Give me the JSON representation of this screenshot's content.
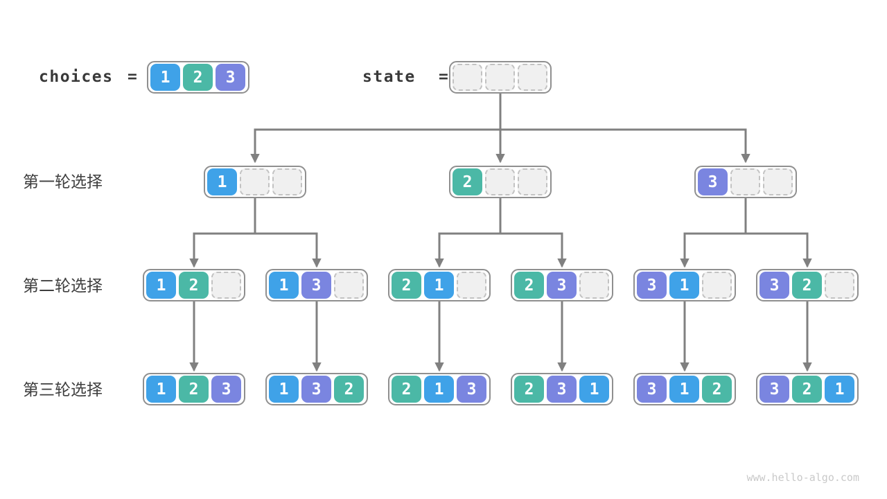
{
  "palette": {
    "1": "#3FA2E8",
    "2": "#4BB8A6",
    "3": "#7A85E0",
    "edge": "#808080",
    "box_border": "#8F8F8F",
    "empty_fill": "#F0F0F0",
    "empty_border": "#C2C2C2",
    "label_text": "#3E3E3E",
    "code_text": "#393939",
    "watermark_text": "#C9C9C9"
  },
  "header": {
    "choices": {
      "label": "choices",
      "equals": "=",
      "values": [
        "1",
        "2",
        "3"
      ]
    },
    "state": {
      "label": "state",
      "equals": "=",
      "empty_slots": 3
    }
  },
  "slots_per_box": 3,
  "rounds": [
    {
      "label": "第一轮选择",
      "boxes": [
        {
          "values": [
            "1"
          ]
        },
        {
          "values": [
            "2"
          ]
        },
        {
          "values": [
            "3"
          ]
        }
      ]
    },
    {
      "label": "第二轮选择",
      "boxes": [
        {
          "values": [
            "1",
            "2"
          ]
        },
        {
          "values": [
            "1",
            "3"
          ]
        },
        {
          "values": [
            "2",
            "1"
          ]
        },
        {
          "values": [
            "2",
            "3"
          ]
        },
        {
          "values": [
            "3",
            "1"
          ]
        },
        {
          "values": [
            "3",
            "2"
          ]
        }
      ]
    },
    {
      "label": "第三轮选择",
      "boxes": [
        {
          "values": [
            "1",
            "2",
            "3"
          ]
        },
        {
          "values": [
            "1",
            "3",
            "2"
          ]
        },
        {
          "values": [
            "2",
            "1",
            "3"
          ]
        },
        {
          "values": [
            "2",
            "3",
            "1"
          ]
        },
        {
          "values": [
            "3",
            "1",
            "2"
          ]
        },
        {
          "values": [
            "3",
            "2",
            "1"
          ]
        }
      ]
    }
  ],
  "watermark": "www.hello-algo.com"
}
